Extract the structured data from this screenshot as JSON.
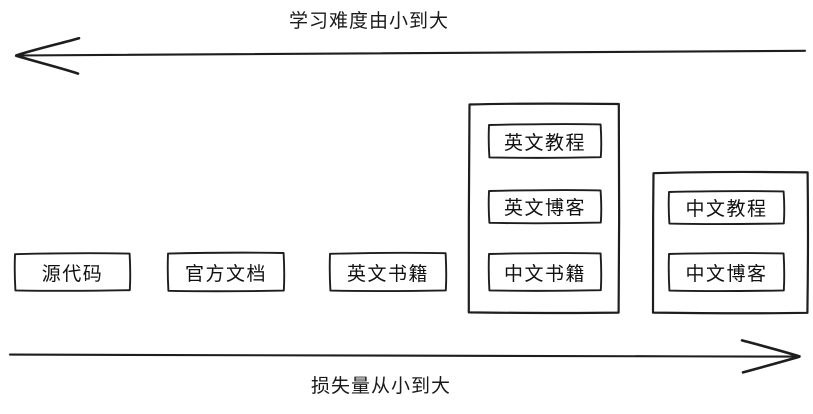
{
  "diagram": {
    "style": "hand-drawn",
    "stroke_color": "#1e1e1e",
    "background_color": "#ffffff",
    "top_axis": {
      "label": "学习难度由小到大",
      "direction": "left",
      "arrow_head": "left"
    },
    "bottom_axis": {
      "label": "损失量从小到大",
      "direction": "right",
      "arrow_head": "right"
    },
    "nodes": [
      {
        "id": "source-code",
        "label": "源代码"
      },
      {
        "id": "official-docs",
        "label": "官方文档"
      },
      {
        "id": "english-books",
        "label": "英文书籍"
      },
      {
        "id": "english-tutorial",
        "label": "英文教程"
      },
      {
        "id": "english-blog",
        "label": "英文博客"
      },
      {
        "id": "chinese-books",
        "label": "中文书籍"
      },
      {
        "id": "chinese-tutorial",
        "label": "中文教程"
      },
      {
        "id": "chinese-blog",
        "label": "中文博客"
      }
    ],
    "groups": [
      {
        "id": "english-group",
        "members": [
          "英文教程",
          "英文博客",
          "中文书籍"
        ]
      },
      {
        "id": "chinese-group",
        "members": [
          "中文教程",
          "中文博客"
        ]
      }
    ]
  }
}
